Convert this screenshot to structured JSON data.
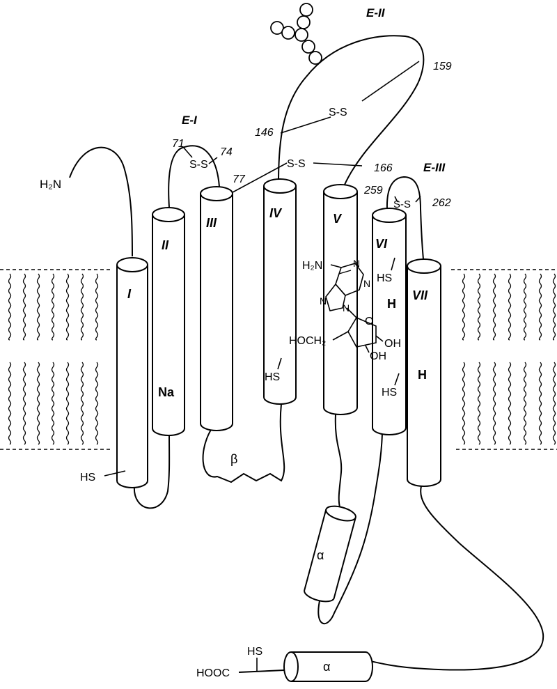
{
  "diagram": {
    "helix_labels": [
      "I",
      "II",
      "III",
      "IV",
      "V",
      "VI",
      "VII"
    ],
    "loop_labels": {
      "e1": "E-I",
      "e2": "E-II",
      "e3": "E-III"
    },
    "residues": {
      "r71": "71",
      "r74": "74",
      "r77": "77",
      "r146": "146",
      "r159": "159",
      "r166": "166",
      "r259": "259",
      "r262": "262"
    },
    "disulfide": "S-S",
    "termini": {
      "n": "H₂N",
      "c": "HOOC"
    },
    "thiol": "HS",
    "sodium": "Na",
    "histidine": "H",
    "alpha": "α",
    "beta": "β",
    "ligand": {
      "amino": "H₂N",
      "n1": "N",
      "n3": "N",
      "n7": "N",
      "n9": "N",
      "hoch2": "HOCH₂",
      "oh": "OH",
      "o": "O"
    }
  }
}
